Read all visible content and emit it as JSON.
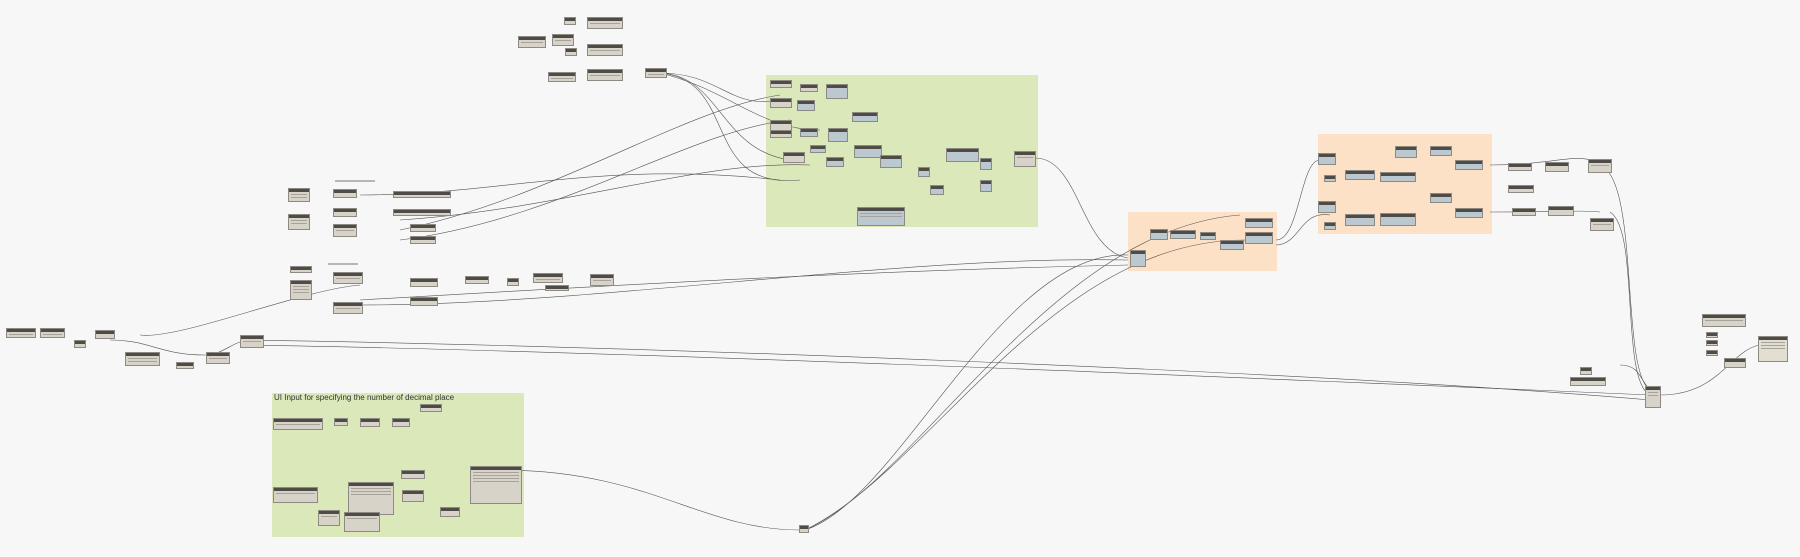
{
  "app": {
    "background": "#f7f7f7",
    "wire_color": "#545454",
    "node_header_color": "#4f4c48",
    "node_body_color": "#d8d3c8"
  },
  "groups": [
    {
      "id": "g-top",
      "color": "#dbe8b9",
      "title": ""
    },
    {
      "id": "g-mid",
      "color": "#fde1c7",
      "title": ""
    },
    {
      "id": "g-right",
      "color": "#fde1c7",
      "title": ""
    },
    {
      "id": "g-ui",
      "color": "#dbe8b9",
      "title": "UI Input for specifying the number of decimal place"
    }
  ]
}
